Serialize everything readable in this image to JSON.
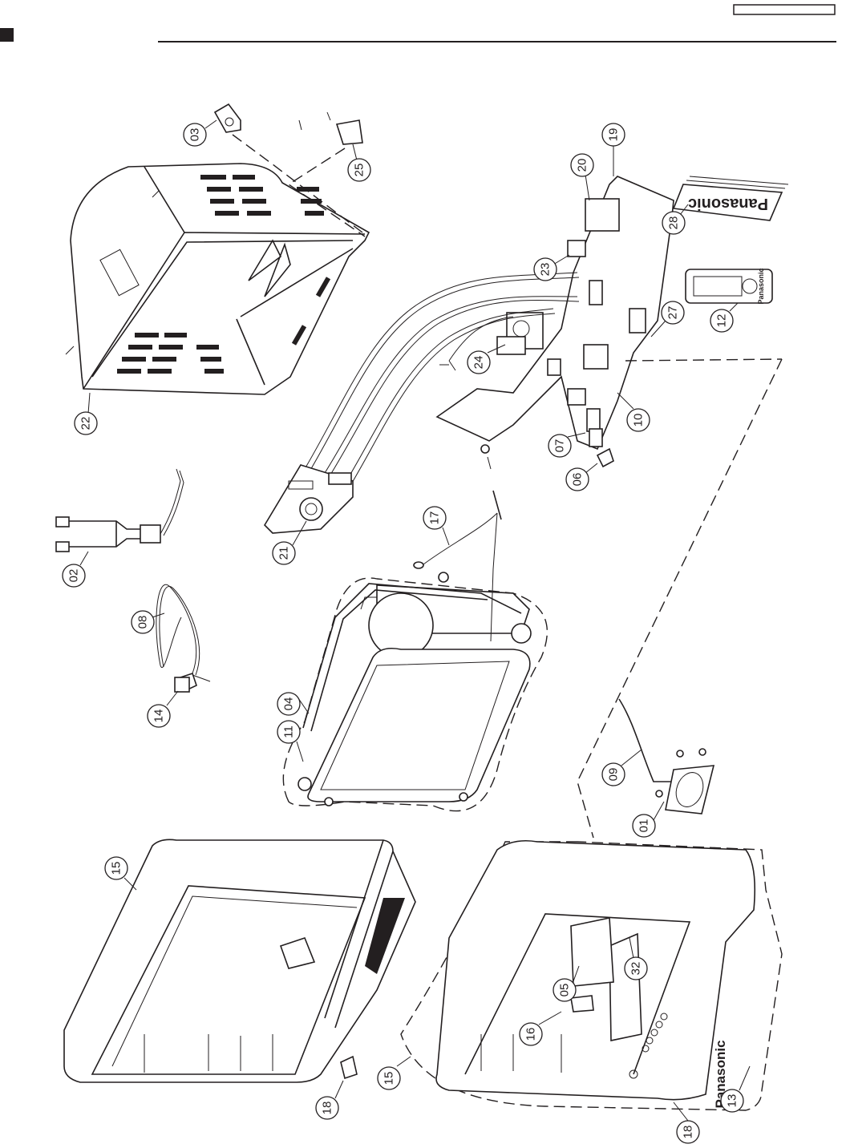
{
  "callouts": [
    {
      "num": "01"
    },
    {
      "num": "02"
    },
    {
      "num": "03"
    },
    {
      "num": "04"
    },
    {
      "num": "05"
    },
    {
      "num": "06"
    },
    {
      "num": "07"
    },
    {
      "num": "08"
    },
    {
      "num": "09"
    },
    {
      "num": "10"
    },
    {
      "num": "11"
    },
    {
      "num": "12"
    },
    {
      "num": "13"
    },
    {
      "num": "14"
    },
    {
      "num": "15"
    },
    {
      "num": "15"
    },
    {
      "num": "16"
    },
    {
      "num": "17"
    },
    {
      "num": "18"
    },
    {
      "num": "18"
    },
    {
      "num": "19"
    },
    {
      "num": "20"
    },
    {
      "num": "21"
    },
    {
      "num": "22"
    },
    {
      "num": "23"
    },
    {
      "num": "24"
    },
    {
      "num": "25"
    },
    {
      "num": "27"
    },
    {
      "num": "28"
    },
    {
      "num": "32"
    }
  ],
  "branding": {
    "manual_cover": "Panasonic",
    "remote_label": "Panasonic",
    "front_cabinet_label": "Panasonic"
  },
  "colors": {
    "ink": "#231f20",
    "paper": "#ffffff"
  }
}
